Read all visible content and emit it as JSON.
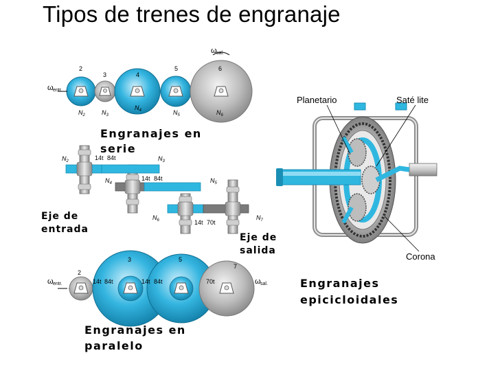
{
  "title": "Tipos de trenes de engranaje",
  "captions": {
    "serie_line1": "Engranajes en",
    "serie_line2": "serie",
    "paralelo_line1": "Engranajes en",
    "paralelo_line2": "paralelo",
    "epi_line1": "Engranajes",
    "epi_line2": "epicicloidales",
    "eje_entrada_1": "Eje de",
    "eje_entrada_2": "entrada",
    "eje_salida_1": "Eje de",
    "eje_salida_2": "salida"
  },
  "epicyclic_labels": {
    "planetario": "Planetario",
    "satelite": "Saté lite",
    "corona": "Corona"
  },
  "series_train": {
    "omega_in": "ω",
    "omega_in_sub": "entr.",
    "omega_out": "ω",
    "omega_out_sub": "sal.",
    "gear_numbers": [
      "2",
      "3",
      "4",
      "5",
      "6"
    ],
    "n_labels": [
      "N",
      "N",
      "N",
      "N",
      "N"
    ],
    "n_subs": [
      "2",
      "3",
      "4",
      "5",
      "6"
    ]
  },
  "compound_train": {
    "n_labels": [
      "N",
      "N",
      "N",
      "N",
      "N",
      "N"
    ],
    "n_subs": [
      "2",
      "3",
      "4",
      "5",
      "6",
      "7"
    ],
    "teeth": [
      "14t",
      "84t",
      "14t",
      "84t",
      "14t",
      "70t"
    ]
  },
  "parallel_train": {
    "omega_in": "ω",
    "omega_in_sub": "entr.",
    "omega_out": "ω",
    "omega_out_sub": "sal.",
    "gear_numbers": [
      "2",
      "3",
      "5",
      "7"
    ],
    "teeth": [
      "14t",
      "84t",
      "14t",
      "84t",
      "70t"
    ]
  },
  "colors": {
    "cyan": "#2fb7e0",
    "dark_cyan": "#1a8fb6",
    "grey": "#b3b3b3",
    "dark_grey": "#7a7a7a",
    "shaft": "#cfcfcf"
  }
}
